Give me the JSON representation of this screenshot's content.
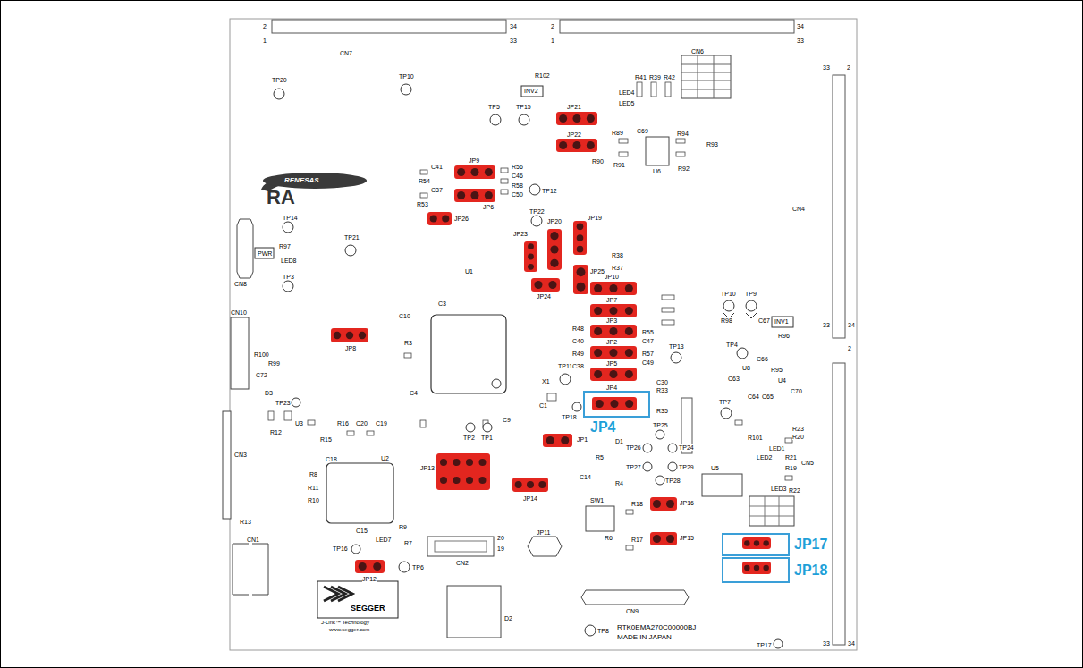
{
  "diagram": {
    "nodes": [
      {
        "text": [
          "JP4"
        ]
      },
      {
        "text": [
          "JP17"
        ]
      },
      {
        "text": [
          "JP18"
        ]
      }
    ],
    "labels": [
      "2",
      "1",
      "34",
      "33",
      "2",
      "1",
      "34",
      "33",
      "33",
      "2",
      "33",
      "34",
      "2",
      "33",
      "34",
      "CN7",
      "TP10",
      "TP20",
      "INV2",
      "TP5",
      "TP15",
      "JP21",
      "JP22",
      "R102",
      "R41",
      "R39",
      "R42",
      "CN6",
      "LED4",
      "LED5",
      "R89",
      "R90",
      "R91",
      "C69",
      "U6",
      "R94",
      "R93",
      "R92",
      "CN4",
      "C41",
      "R54",
      "JP9",
      "R56",
      "C46",
      "C37",
      "JP6",
      "R53",
      "R58",
      "C50",
      "TP12",
      "TP22",
      "JP26",
      "TP14",
      "TP21",
      "PWR",
      "R97",
      "LED8",
      "TP3",
      "CN8",
      "JP23",
      "JP20",
      "JP19",
      "R38",
      "R37",
      "JP24",
      "JP25",
      "JP10",
      "JP7",
      "JP3",
      "JP2",
      "JP5",
      "JP4",
      "R48",
      "C40",
      "R49",
      "C38",
      "R55",
      "C47",
      "R57",
      "C49",
      "U1",
      "C3",
      "C10",
      "JP8",
      "R3",
      "CN10",
      "R100",
      "R99",
      "C72",
      "C4",
      "X1",
      "C1",
      "TP11",
      "TP18",
      "C9",
      "TP13",
      "C30",
      "R33",
      "R35",
      "TP10",
      "TP9",
      "C67",
      "R98",
      "R96",
      "INV1",
      "TP4",
      "C66",
      "U8",
      "R95",
      "U4",
      "C70",
      "TP7",
      "C63",
      "C64",
      "C65",
      "R101",
      "R23",
      "R20",
      "LED1",
      "LED2",
      "R21",
      "CN5",
      "R19",
      "LED3",
      "R22",
      "U5",
      "TP25",
      "TP26",
      "TP24",
      "TP27",
      "TP29",
      "TP28",
      "D1",
      "R5",
      "C14",
      "R4",
      "SW1",
      "R18",
      "JP16",
      "R17",
      "JP15",
      "R6",
      "JP1",
      "JP14",
      "JP13",
      "TP2",
      "TP1",
      "TP23",
      "D3",
      "U3",
      "R12",
      "CN3",
      "R16",
      "R15",
      "C20",
      "C19",
      "U2",
      "C18",
      "R8",
      "R11",
      "R10",
      "R13",
      "C15",
      "LED7",
      "R9",
      "R7",
      "TP16",
      "JP12",
      "TP6",
      "CN1",
      "CN2",
      "20",
      "19",
      "JP11",
      "CN9",
      "D2",
      "TP8",
      "RTK0EMA270C00000BJ",
      "MADE IN JAPAN",
      "TP17",
      "RA",
      "SEGGER",
      "J-Link™ Technology",
      "www.segger.com",
      "RENESAS"
    ]
  }
}
